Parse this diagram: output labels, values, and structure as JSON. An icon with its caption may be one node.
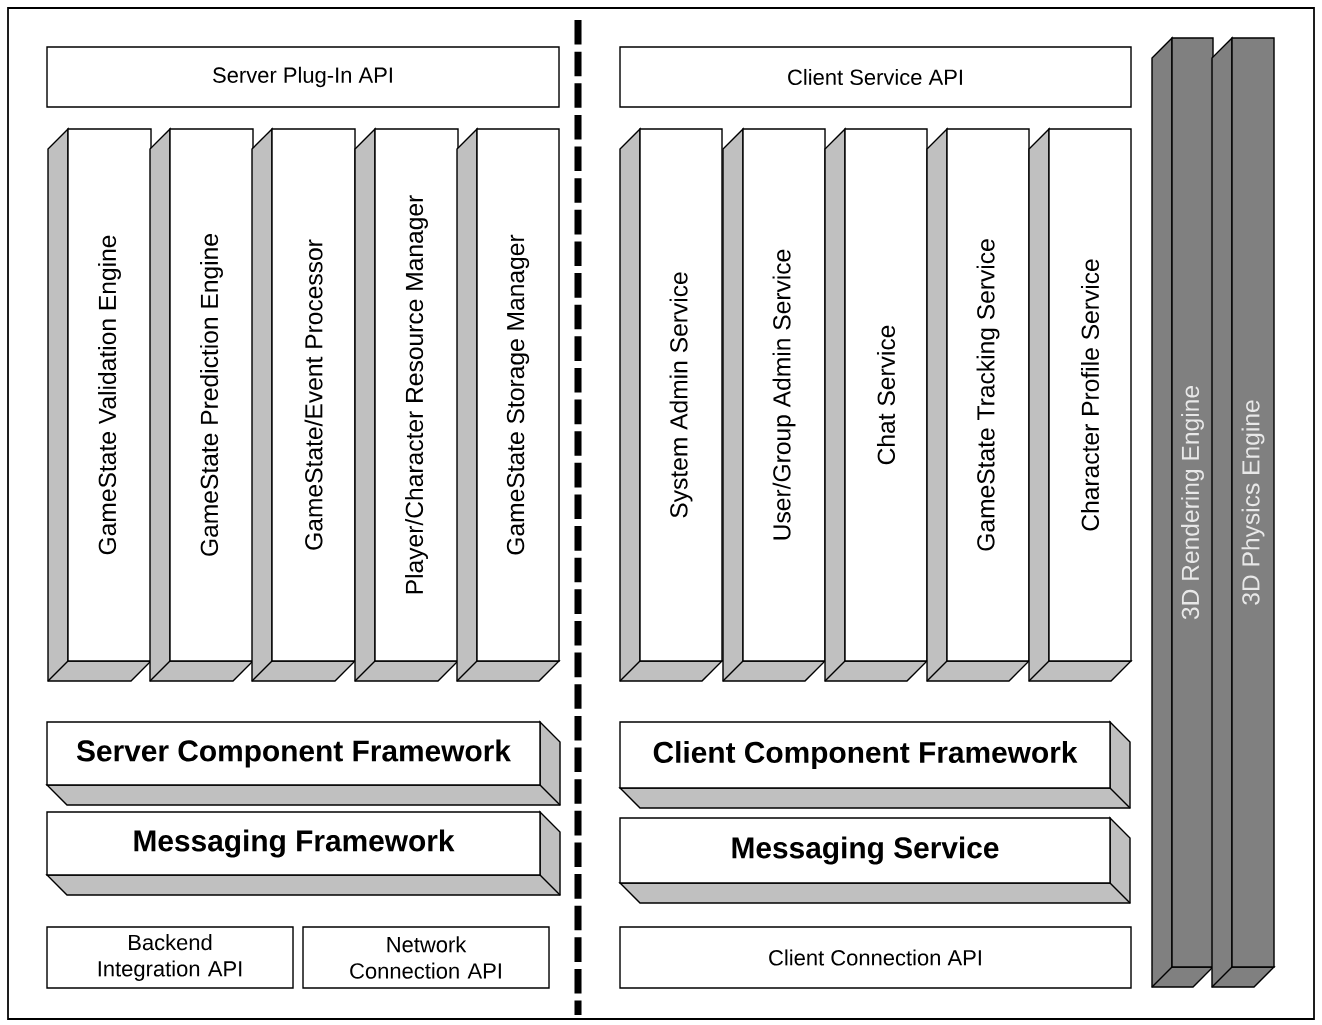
{
  "diagram": {
    "nodes": [
      {
        "text": [
          "Server Plug-In API"
        ]
      },
      {
        "text": [
          "GameState Validation Engine"
        ]
      },
      {
        "text": [
          "GameState Prediction Engine"
        ]
      },
      {
        "text": [
          "GameState/Event Processor"
        ]
      },
      {
        "text": [
          "Player/Character Resource Manager"
        ]
      },
      {
        "text": [
          "GameState Storage Manager"
        ]
      },
      {
        "text": [
          "Server Component Framework"
        ]
      },
      {
        "text": [
          "Messaging Framework"
        ]
      },
      {
        "text": [
          "Backend Integration API"
        ]
      },
      {
        "text": [
          "Network Connection API"
        ]
      },
      {
        "text": [
          "Client Service API"
        ]
      },
      {
        "text": [
          "System Admin Service"
        ]
      },
      {
        "text": [
          "User/Group Admin Service"
        ]
      },
      {
        "text": [
          "Chat Service"
        ]
      },
      {
        "text": [
          "GameState Tracking Service"
        ]
      },
      {
        "text": [
          "Character Profile Service"
        ]
      },
      {
        "text": [
          "Client Component Framework"
        ]
      },
      {
        "text": [
          "Messaging Service"
        ]
      },
      {
        "text": [
          "Client Connection API"
        ]
      },
      {
        "text": [
          "3D Rendering Engine"
        ]
      },
      {
        "text": [
          "3D Physics Engine"
        ]
      }
    ]
  }
}
